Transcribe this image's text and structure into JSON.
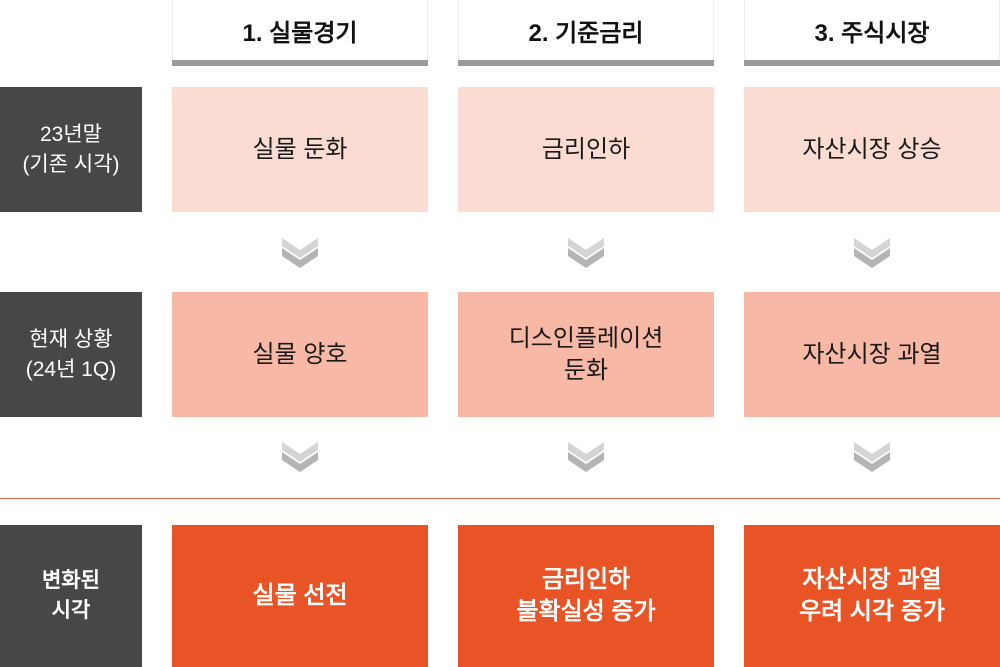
{
  "columns": [
    {
      "header": "1. 실물경기",
      "row1": "실물 둔화",
      "row2": "실물 양호",
      "row3": "실물 선전"
    },
    {
      "header": "2. 기준금리",
      "row1": "금리인하",
      "row2": "디스인플레이션\n둔화",
      "row3": "금리인하\n불확실성 증가"
    },
    {
      "header": "3. 주식시장",
      "row1": "자산시장 상승",
      "row2": "자산시장 과열",
      "row3": "자산시장 과열\n우려 시각 증가"
    }
  ],
  "rows": [
    {
      "label": "23년말\n(기존 시각)"
    },
    {
      "label": "현재 상황\n(24년 1Q)"
    },
    {
      "label": "변화된\n시각"
    }
  ],
  "colors": {
    "row1": "#fadcd3",
    "row2": "#f7b9a6",
    "row3": "#e85425",
    "label_bg": "#474747"
  }
}
